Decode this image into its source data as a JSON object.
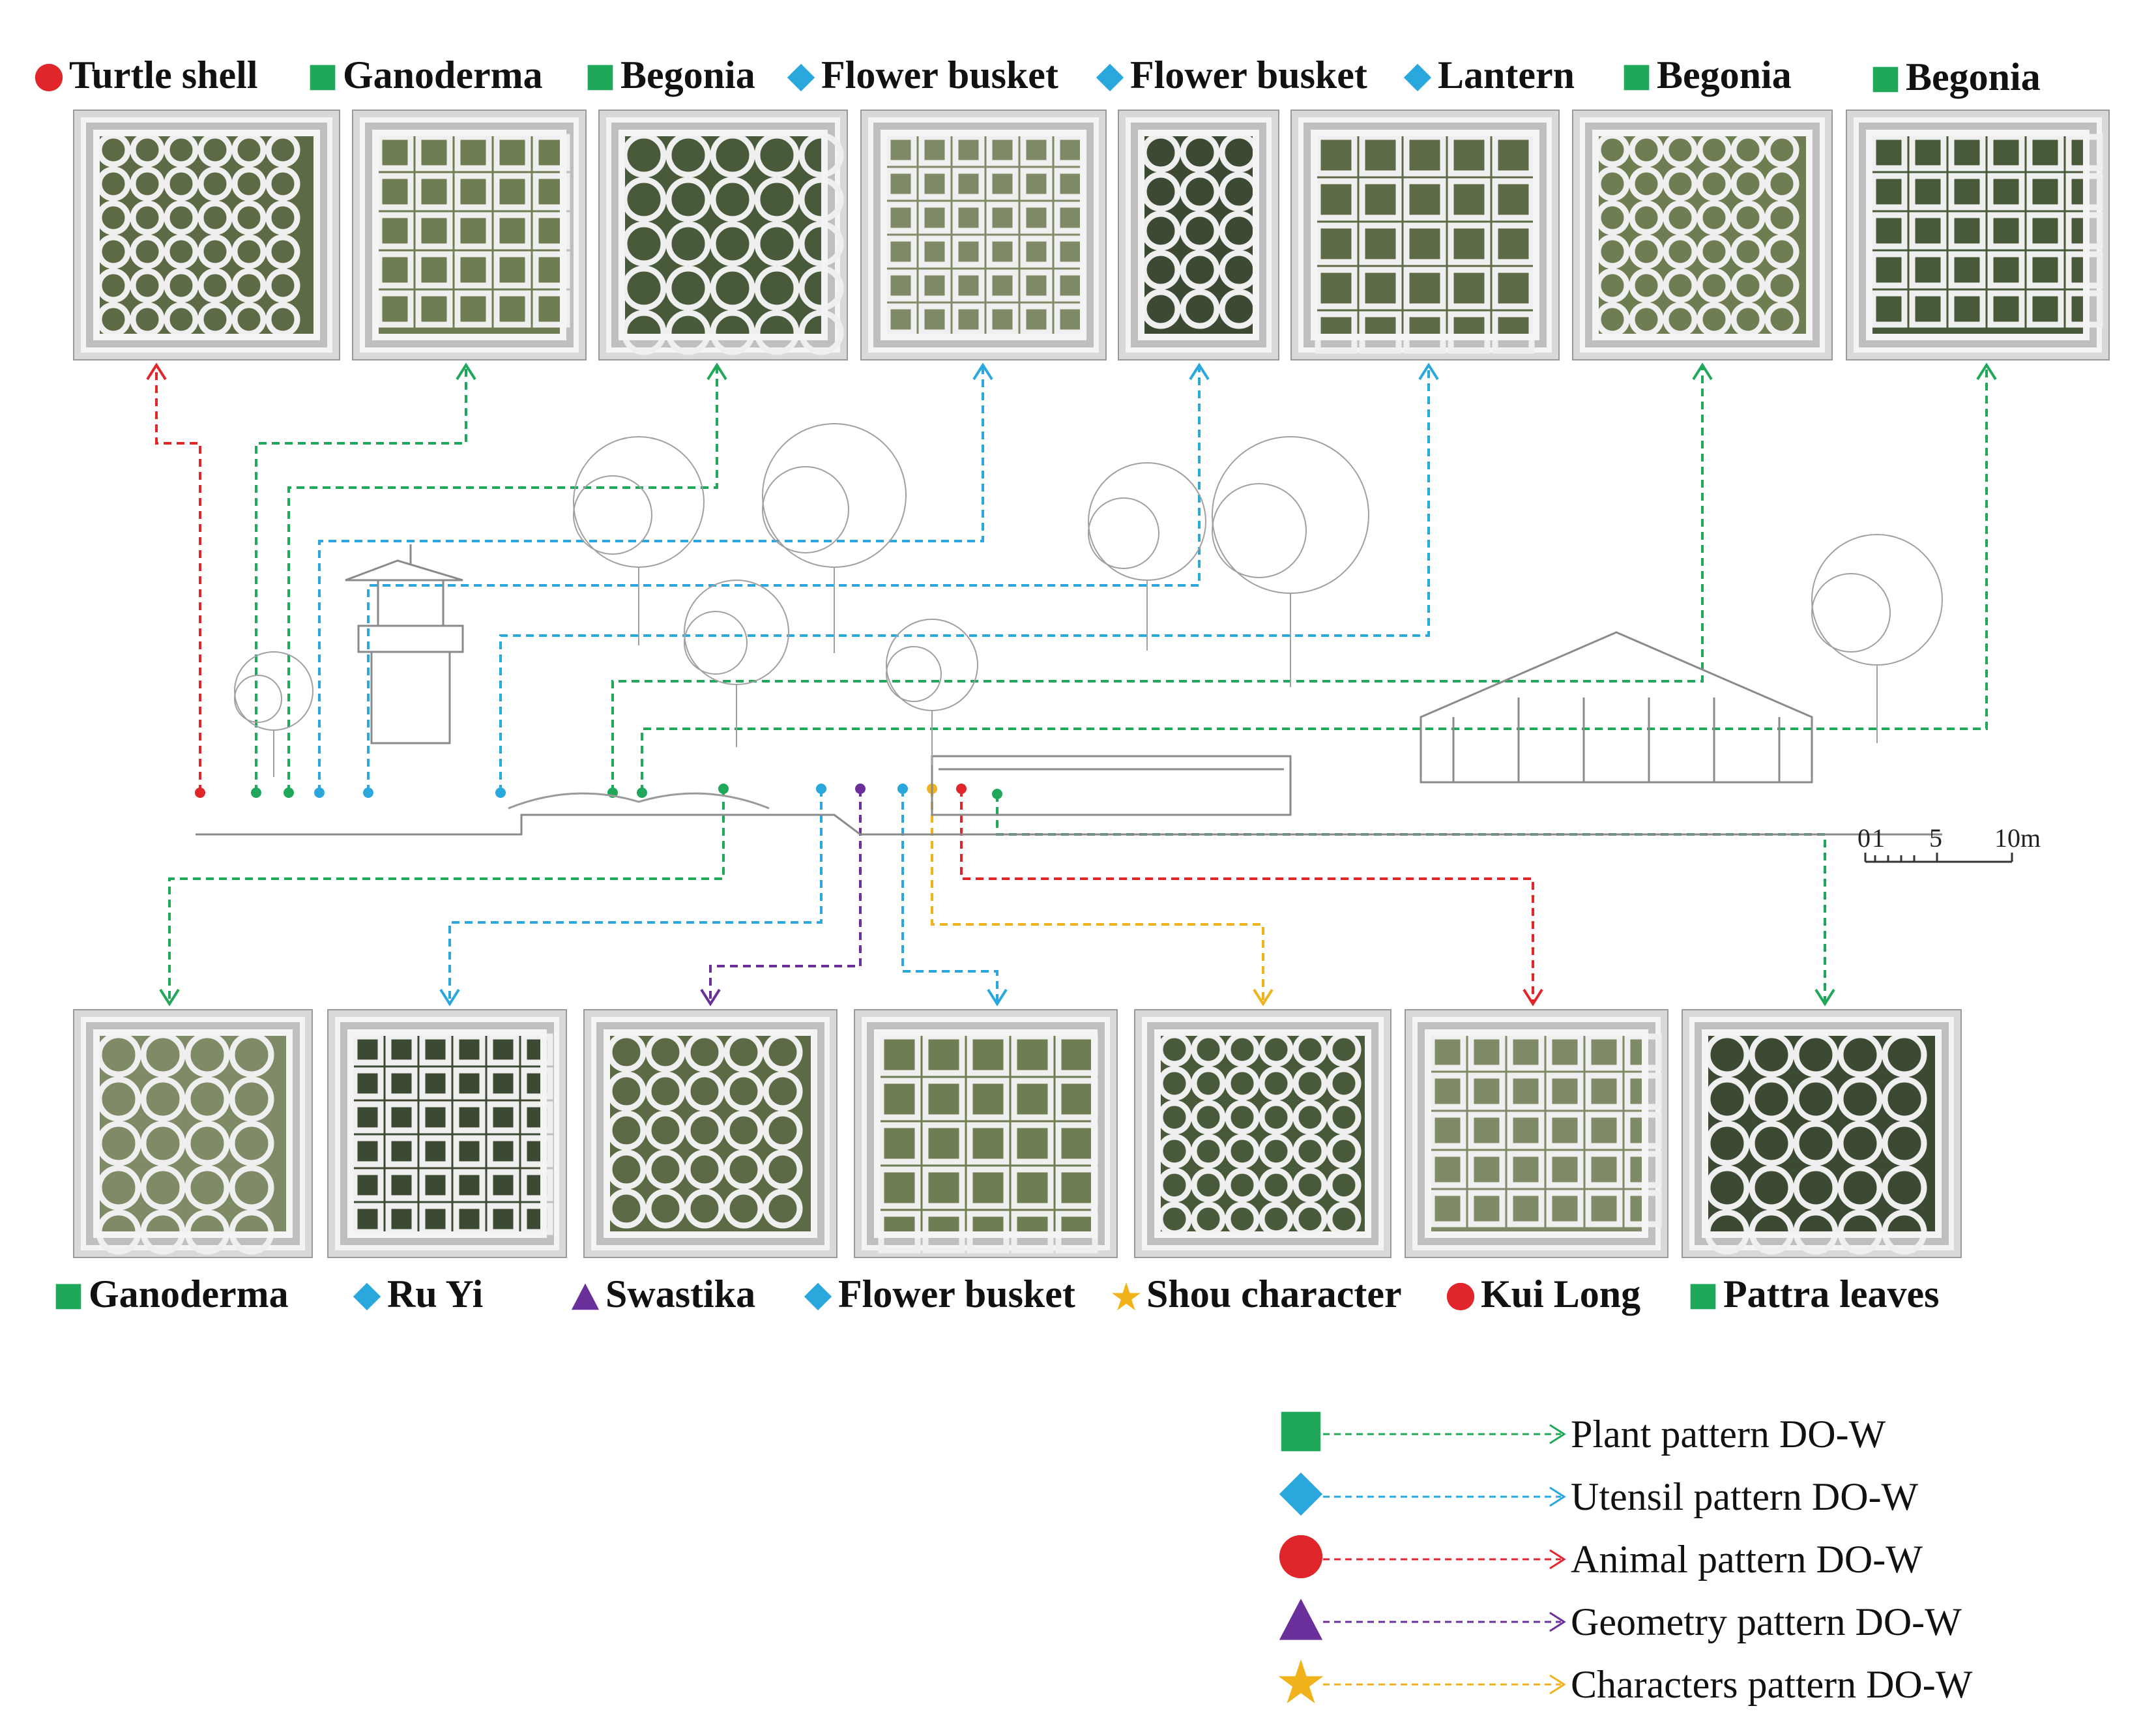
{
  "top_labels": [
    {
      "text": "Turtle shell",
      "cat": "animal"
    },
    {
      "text": "Ganoderma",
      "cat": "plant"
    },
    {
      "text": "Begonia",
      "cat": "plant"
    },
    {
      "text": "Flower busket",
      "cat": "utensil"
    },
    {
      "text": "Flower busket",
      "cat": "utensil"
    },
    {
      "text": "Lantern",
      "cat": "utensil"
    },
    {
      "text": "Begonia",
      "cat": "plant"
    },
    {
      "text": "Begonia",
      "cat": "plant"
    }
  ],
  "bottom_labels": [
    {
      "text": "Ganoderma",
      "cat": "plant"
    },
    {
      "text": "Ru Yi",
      "cat": "utensil"
    },
    {
      "text": "Swastika",
      "cat": "geometry"
    },
    {
      "text": "Flower busket",
      "cat": "utensil"
    },
    {
      "text": "Shou character",
      "cat": "characters"
    },
    {
      "text": "Kui Long",
      "cat": "animal"
    },
    {
      "text": "Pattra leaves",
      "cat": "plant"
    }
  ],
  "scale_bar": {
    "ticks": [
      "0",
      "1",
      "5",
      "10m"
    ]
  },
  "legend": [
    {
      "cat": "plant",
      "text": "Plant pattern DO-W"
    },
    {
      "cat": "utensil",
      "text": "Utensil pattern DO-W"
    },
    {
      "cat": "animal",
      "text": "Animal pattern DO-W"
    },
    {
      "cat": "geometry",
      "text": "Geometry pattern DO-W"
    },
    {
      "cat": "characters",
      "text": "Characters pattern DO-W"
    }
  ],
  "colors": {
    "plant": "#1fa85a",
    "utensil": "#2aa7dd",
    "animal": "#e0262b",
    "geometry": "#6a2f9a",
    "characters": "#f0b31c"
  },
  "markers": {
    "plant": "square",
    "utensil": "diamond",
    "animal": "circle",
    "geometry": "triangle",
    "characters": "star"
  }
}
